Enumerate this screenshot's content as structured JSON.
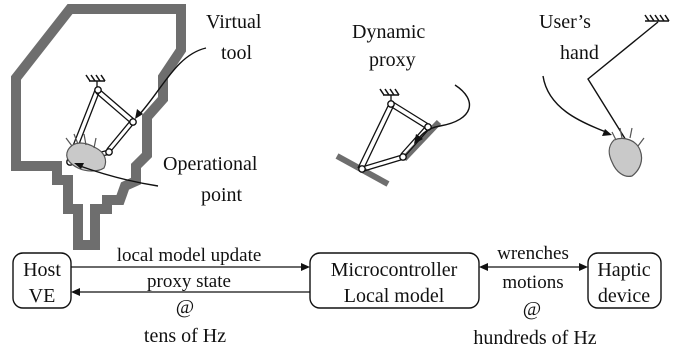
{
  "top_labels": {
    "virtual_tool": [
      "Virtual",
      "tool"
    ],
    "operational_point": [
      "Operational",
      "point"
    ],
    "dynamic_proxy": [
      "Dynamic",
      "proxy"
    ],
    "users_hand": [
      "User’s",
      "hand"
    ]
  },
  "blocks": {
    "host": [
      "Host",
      "VE"
    ],
    "micro": [
      "Microcontroller",
      "Local model"
    ],
    "haptic": [
      "Haptic",
      "device"
    ]
  },
  "links": {
    "left_top": "local model update",
    "left_bottom": "proxy state",
    "left_at": "@",
    "left_rate": "tens of Hz",
    "right_top": "wrenches",
    "right_bottom": "motions",
    "right_at": "@",
    "right_rate": "hundreds of Hz"
  },
  "colors": {
    "wall": "#6e6e6e",
    "line": "#111111"
  }
}
